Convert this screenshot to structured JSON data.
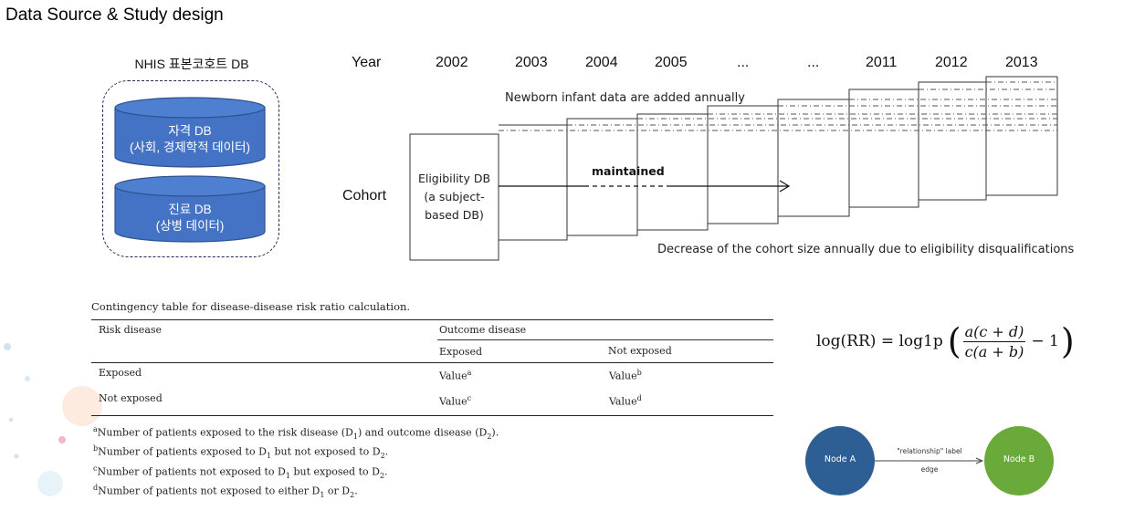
{
  "page": {
    "title": "Data Source & Study design"
  },
  "db_section": {
    "title": "NHIS 표본코호트 DB",
    "databases": [
      {
        "name": "자격 DB",
        "desc": "(사회, 경제학적 데이터)"
      },
      {
        "name": "진료 DB",
        "desc": "(상병 데이터)"
      }
    ],
    "colors": {
      "cylinder": "#4472c4",
      "cylinder_edge": "#2f528f",
      "group_border": "#1f2a56"
    }
  },
  "timeline": {
    "year_label": "Year",
    "years": [
      "2002",
      "2003",
      "2004",
      "2005",
      "...",
      "...",
      "2011",
      "2012",
      "2013"
    ],
    "cohort_label": "Cohort",
    "eligibility_box": [
      "Eligibility DB",
      "(a subject-",
      "based DB)"
    ],
    "top_note": "Newborn infant data are added annually",
    "bottom_note": "Decrease of the cohort size annually due to eligibility disqualifications",
    "arrow_label": "maintained"
  },
  "table": {
    "caption": "Contingency table for disease-disease risk ratio calculation.",
    "col_risk": "Risk disease",
    "col_outcome": "Outcome disease",
    "sub_exposed": "Exposed",
    "sub_not_exposed": "Not exposed",
    "rows": [
      {
        "label": "Exposed",
        "a": "Value",
        "a_sup": "a",
        "b": "Value",
        "b_sup": "b"
      },
      {
        "label": "Not exposed",
        "a": "Value",
        "a_sup": "c",
        "b": "Value",
        "b_sup": "d"
      }
    ],
    "footnotes": [
      {
        "mark": "a",
        "pre": "Number of patients exposed to the risk disease (D",
        "s1": "1",
        "mid": ") and outcome disease (D",
        "s2": "2",
        "post": ")."
      },
      {
        "mark": "b",
        "pre": "Number of patients exposed to D",
        "s1": "1",
        "mid": " but not exposed to D",
        "s2": "2",
        "post": "."
      },
      {
        "mark": "c",
        "pre": "Number of patients not exposed to D",
        "s1": "1",
        "mid": " but exposed to D",
        "s2": "2",
        "post": "."
      },
      {
        "mark": "d",
        "pre": "Number of patients not exposed to either D",
        "s1": "1",
        "mid": " or D",
        "s2": "2",
        "post": "."
      }
    ]
  },
  "formula": {
    "lhs": "log(RR) = log1p",
    "num": "a(c + d)",
    "den": "c(a + b)",
    "tail": "− 1"
  },
  "graph": {
    "node_a": "Node A",
    "node_b": "Node B",
    "edge_label": "\"relationship\" label",
    "edge_text": "edge",
    "colors": {
      "node_a": "#2e5f94",
      "node_b": "#6aaa3a"
    }
  }
}
